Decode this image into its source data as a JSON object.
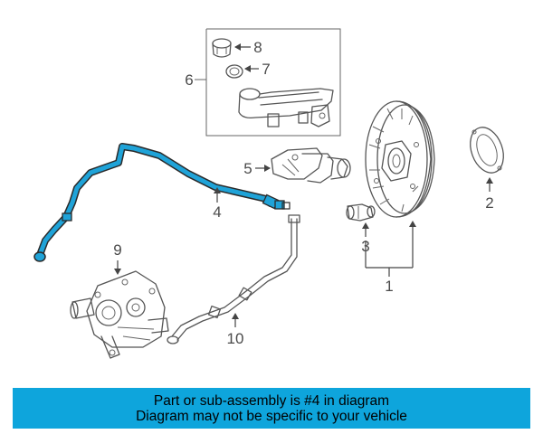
{
  "callouts": {
    "c1": "1",
    "c2": "2",
    "c3": "3",
    "c4": "4",
    "c5": "5",
    "c6": "6",
    "c7": "7",
    "c8": "8",
    "c9": "9",
    "c10": "10"
  },
  "banner": {
    "line1": "Part or sub-assembly is #4 in diagram",
    "line2": "Diagram may not be specific to your vehicle"
  },
  "colors": {
    "highlight_hose": "#1fa3d8",
    "banner_background": "#0ea5dc",
    "line_art": "#555555"
  }
}
